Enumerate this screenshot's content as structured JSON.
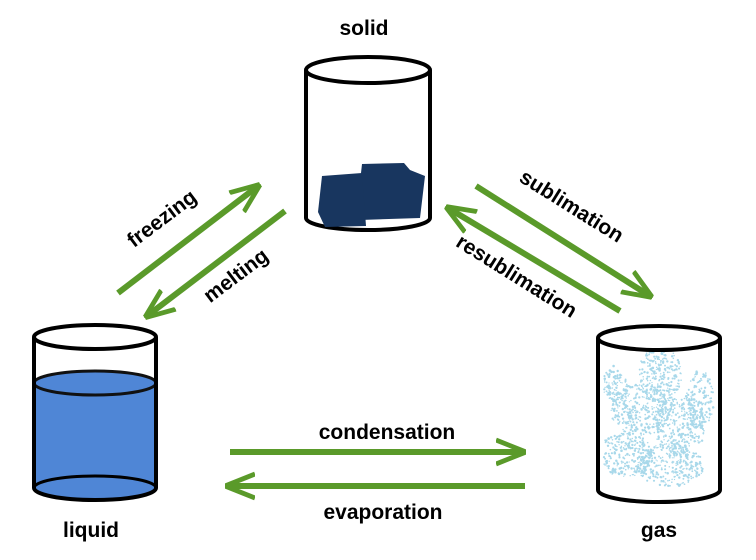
{
  "states": {
    "solid": "solid",
    "liquid": "liquid",
    "gas": "gas"
  },
  "transitions": {
    "freezing": "freezing",
    "melting": "melting",
    "sublimation": "sublimation",
    "resublimation": "resublimation",
    "condensation": "condensation",
    "evaporation": "evaporation"
  },
  "colors": {
    "arrow": "#5a9a2a",
    "liquid": "#4f86d6",
    "solid": "#18365f",
    "gas": "#a8d8ea"
  }
}
